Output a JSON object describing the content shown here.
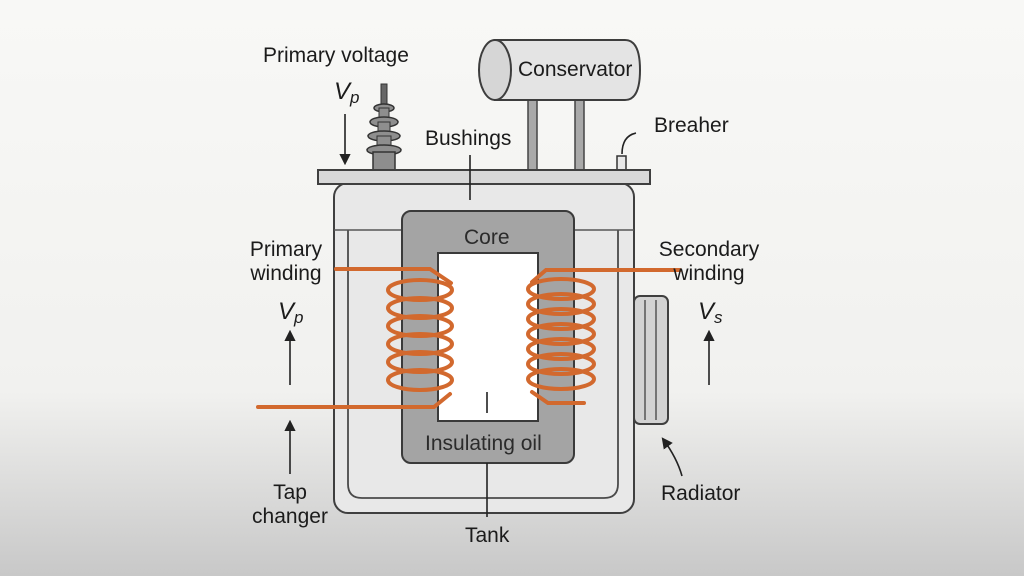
{
  "labels": {
    "primary_voltage": "Primary voltage",
    "conservator": "Conservator",
    "breather": "Breaher",
    "bushings": "Bushings",
    "core": "Core",
    "primary_winding_line1": "Primary",
    "primary_winding_line2": "winding",
    "secondary_winding_line1": "Secondary",
    "secondary_winding_line2": "winding",
    "insulating_oil": "Insulating oil",
    "radiator": "Radiator",
    "tap_changer_line1": "Tap",
    "tap_changer_line2": "changer",
    "tank": "Tank"
  },
  "symbols": {
    "vp_top": {
      "base": "V",
      "sub": "p"
    },
    "vp_left": {
      "base": "V",
      "sub": "p"
    },
    "vs_right": {
      "base": "V",
      "sub": "s"
    }
  },
  "colors": {
    "winding": "#d2692e",
    "tank_fill": "#e9e9e9",
    "tank_stroke": "#3f3f3f",
    "core_fill": "#a4a4a4",
    "line": "#222222",
    "background_top": "#f7f7f5",
    "background_bottom": "#c9c9c9"
  }
}
